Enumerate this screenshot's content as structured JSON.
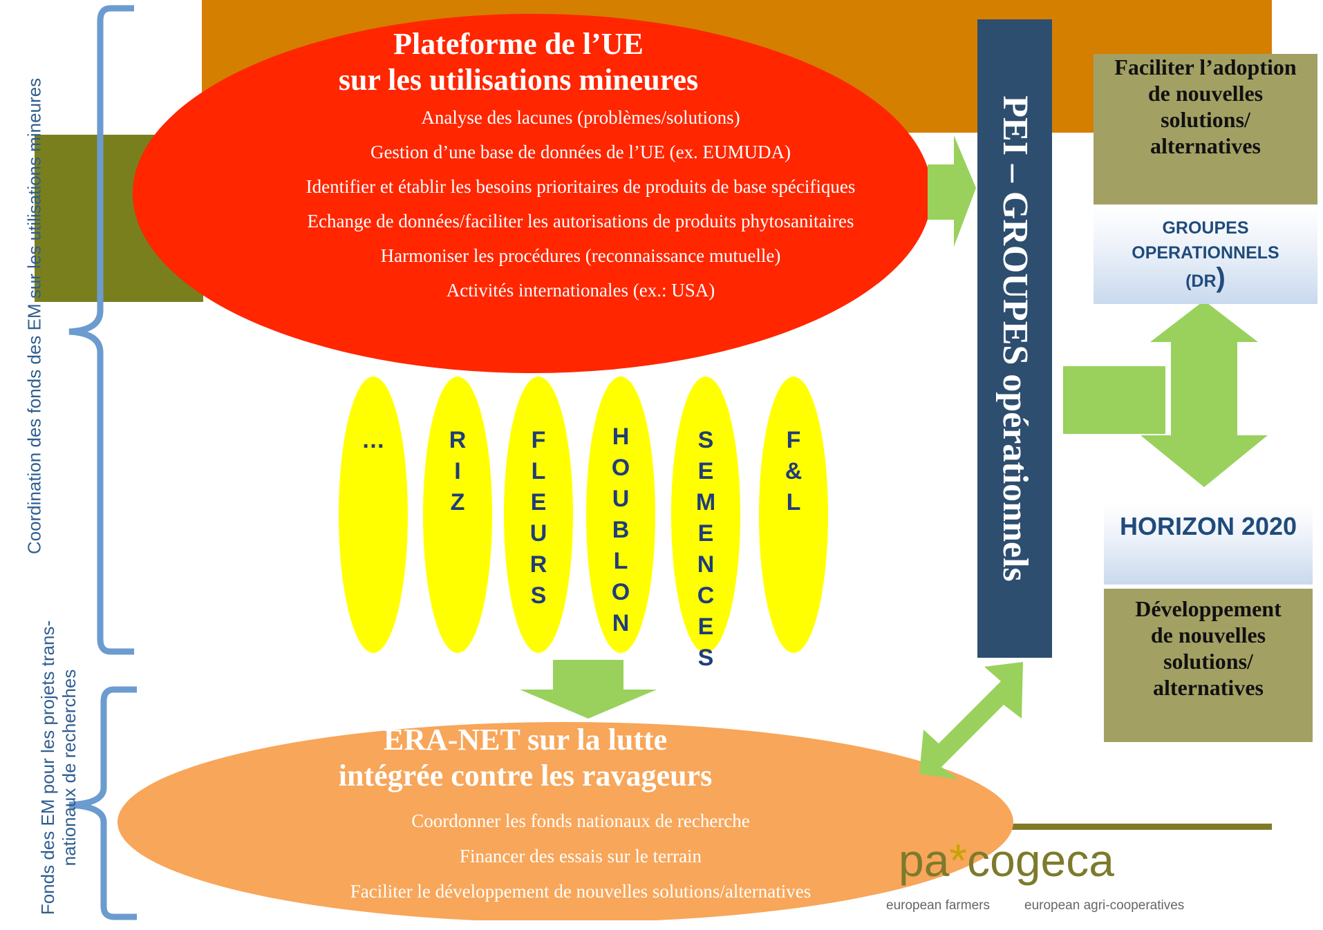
{
  "side_labels": {
    "upper": "Coordination des fonds des EM sur les utilisations mineures",
    "lower_line1": "Fonds des EM pour les projets trans-",
    "lower_line2": "nationaux de recherches"
  },
  "platform": {
    "title_line1": "Plateforme de l’UE",
    "title_line2": "sur les utilisations mineures",
    "items": [
      "Analyse des lacunes (problèmes/solutions)",
      "Gestion d’une base de données de l’UE (ex. EUMUDA)",
      "Identifier et établir les besoins prioritaires de produits de base spécifiques",
      "Echange de données/faciliter les autorisations de produits phytosanitaires",
      "Harmoniser les procédures (reconnaissance mutuelle)",
      "Activités internationales (ex.: USA)"
    ]
  },
  "crops": [
    {
      "letters": [
        "…"
      ]
    },
    {
      "letters": [
        "R",
        "I",
        "Z"
      ]
    },
    {
      "letters": [
        "F",
        "L",
        "E",
        "U",
        "R",
        "S"
      ]
    },
    {
      "letters": [
        "H",
        "O",
        "U",
        "B",
        "L",
        "O",
        "N"
      ]
    },
    {
      "letters": [
        "S",
        "E",
        "M",
        "E",
        "N",
        "C",
        "E",
        "S"
      ]
    },
    {
      "letters": [
        "F",
        "&",
        "L"
      ]
    }
  ],
  "pei": {
    "label": "PEI – GROUPES opérationnels"
  },
  "right": {
    "adoption": [
      "Faciliter l’adoption",
      "de nouvelles",
      "solutions/",
      "alternatives"
    ],
    "groups_line1": "GROUPES",
    "groups_line2": "OPERATIONNELS",
    "groups_line3a": "(DR",
    "groups_line3b": ")",
    "horizon": "HORIZON 2020",
    "development": [
      "Développement",
      "de nouvelles",
      "solutions/",
      "alternatives"
    ]
  },
  "eranet": {
    "title_line1": "ERA-NET sur la lutte",
    "title_line2": "intégrée contre les ravageurs",
    "items": [
      "Coordonner les fonds nationaux de recherche",
      "Financer des essais sur le terrain",
      "Faciliter le développement de nouvelles solutions/alternatives"
    ]
  },
  "logo": {
    "left": "pa",
    "star": "*",
    "right": "cogeca",
    "sub_left": "european farmers",
    "sub_right": "european agri-cooperatives"
  },
  "colors": {
    "top_band": "#d47f00",
    "olive_block": "#7a7f1e",
    "platform_ellipse": "#ff2600",
    "crop_oval": "#ffff00",
    "pei_bar": "#2e4e6f",
    "arrow_green": "#99d15c",
    "eranet_ellipse": "#f8a65a",
    "bracket_blue": "#6b9bcf"
  }
}
